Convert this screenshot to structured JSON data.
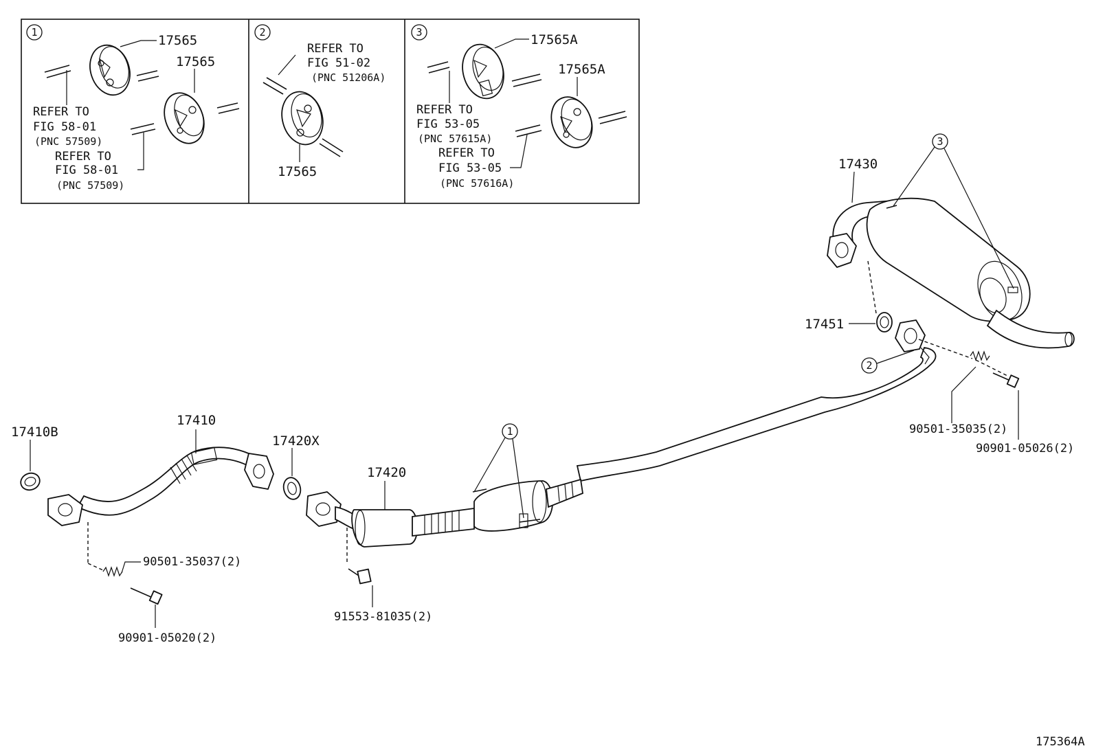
{
  "insets": [
    {
      "number": "1",
      "labels": [
        "17565",
        "17565"
      ],
      "refs": [
        {
          "line1": "REFER TO",
          "line2": "FIG 58-01",
          "pnc": "(PNC 57509)"
        },
        {
          "line1": "REFER TO",
          "line2": "FIG 58-01",
          "pnc": "(PNC 57509)"
        }
      ]
    },
    {
      "number": "2",
      "labels": [
        "17565"
      ],
      "refs": [
        {
          "line1": "REFER TO",
          "line2": "FIG 51-02",
          "pnc": "(PNC 51206A)"
        }
      ]
    },
    {
      "number": "3",
      "labels": [
        "17565A",
        "17565A"
      ],
      "refs": [
        {
          "line1": "REFER TO",
          "line2": "FIG 53-05",
          "pnc": "(PNC 57615A)"
        },
        {
          "line1": "REFER TO",
          "line2": "FIG 53-05",
          "pnc": "(PNC 57616A)"
        }
      ]
    }
  ],
  "parts": {
    "p17430": "17430",
    "p17451": "17451",
    "p17410B": "17410B",
    "p17410": "17410",
    "p17420X": "17420X",
    "p17420": "17420",
    "p90501_35035": "90501-35035(2)",
    "p90901_05026": "90901-05026(2)",
    "p90501_35037": "90501-35037(2)",
    "p91553_81035": "91553-81035(2)",
    "p90901_05020": "90901-05020(2)"
  },
  "callouts": {
    "c1": "1",
    "c2": "2",
    "c3": "3"
  },
  "figure_id": "175364A"
}
